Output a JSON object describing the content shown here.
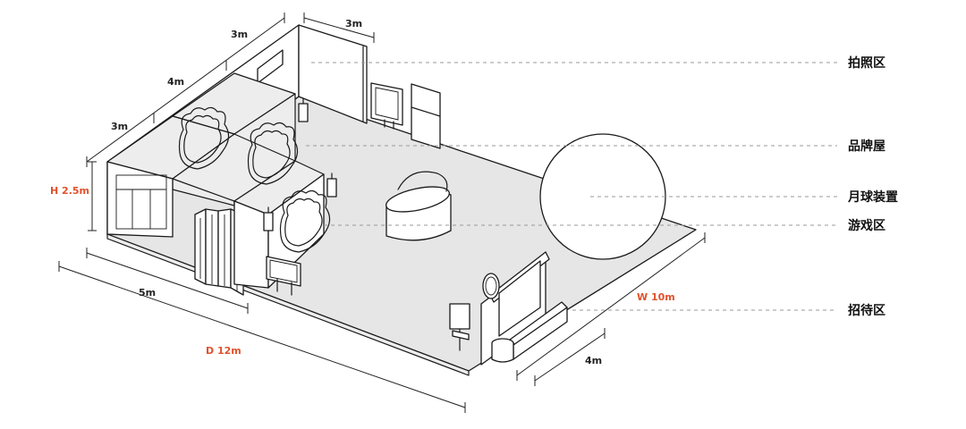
{
  "dimensions": {
    "height_total": "H 2.5m",
    "depth_total": "D 12m",
    "width_total": "W 10m",
    "front_5m": "5m",
    "right_4m": "4m",
    "left_3m_lower": "3m",
    "left_4m": "4m",
    "left_3m_upper": "3m",
    "top_3m": "3m"
  },
  "zones": {
    "photo": "拍照区",
    "brand_house": "品牌屋",
    "moon": "月球装置",
    "game": "游戏区",
    "reception": "招待区"
  },
  "colors": {
    "accent": "#e2512b",
    "floor": "#e6e6e6",
    "line": "#1a1a1a",
    "leader": "#9a9a9a"
  }
}
